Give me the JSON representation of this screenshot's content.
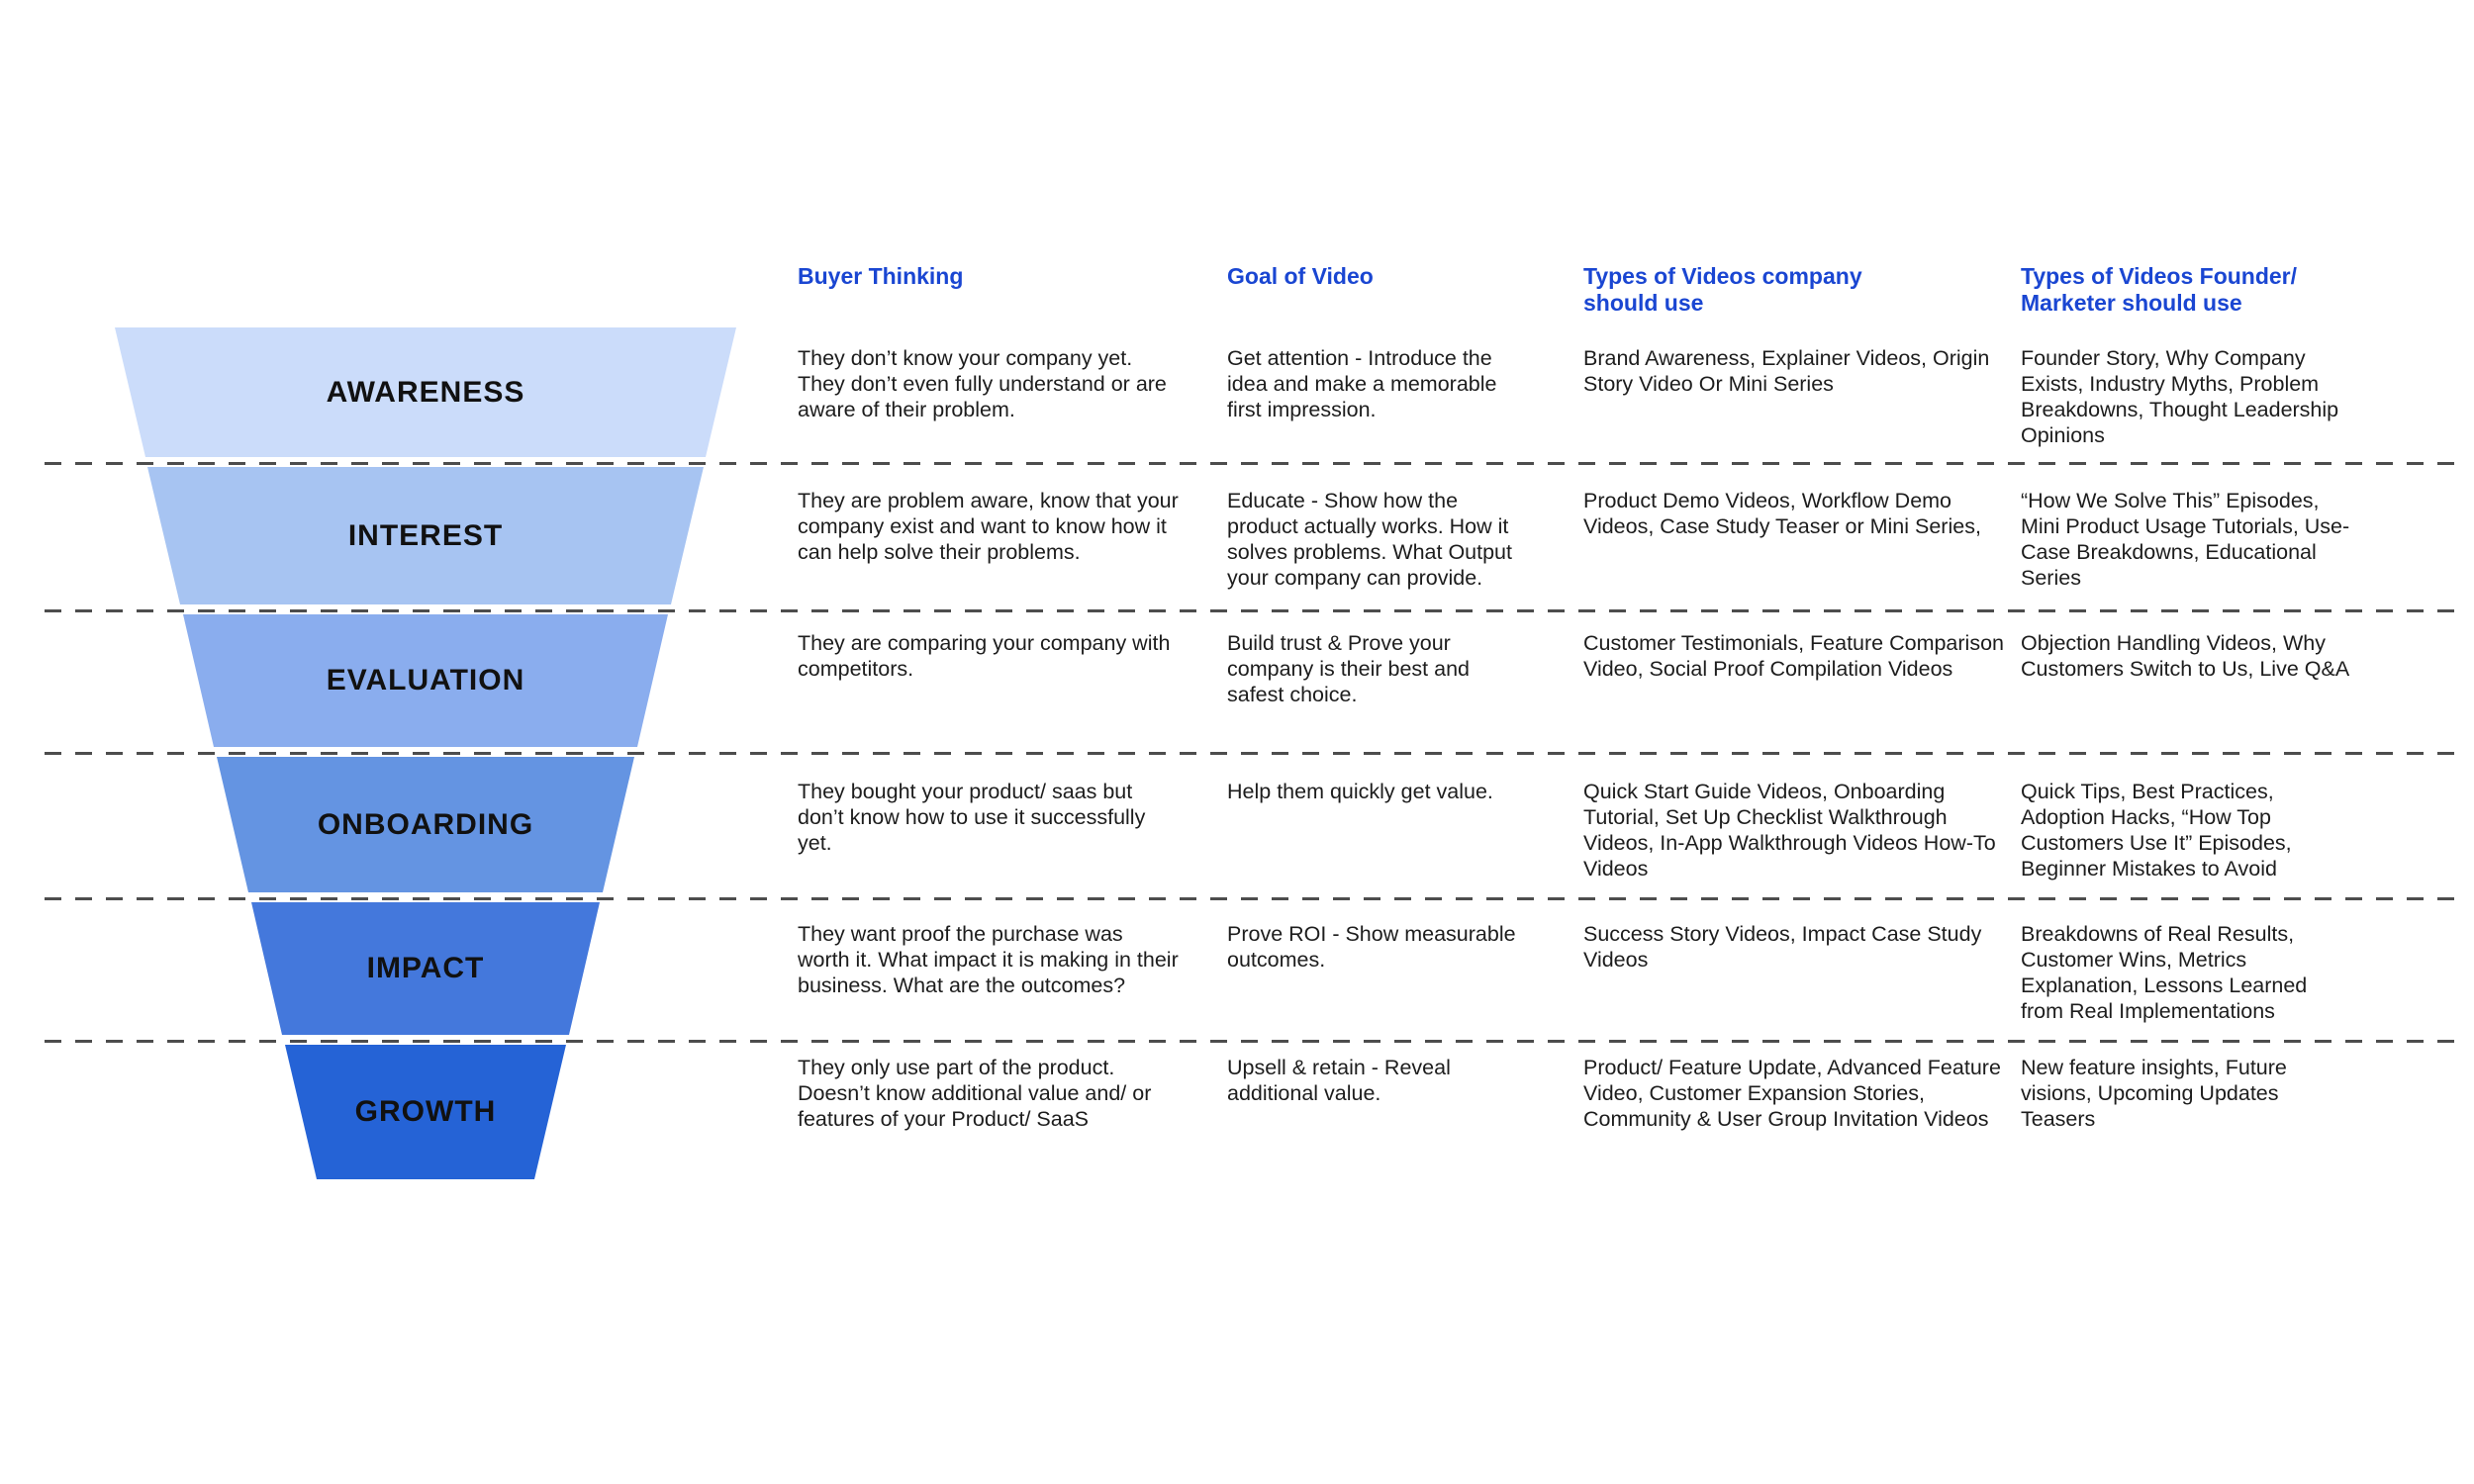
{
  "colors": {
    "header_accent": "#1a46d2",
    "body_text": "#1d1d1d",
    "stage_label_text": "#111111",
    "separator": "#4d4d4d"
  },
  "funnel": {
    "stages": [
      {
        "label": "AWARENESS",
        "color": "#cbdcfa"
      },
      {
        "label": "INTEREST",
        "color": "#a7c4f2"
      },
      {
        "label": "EVALUATION",
        "color": "#8aadee"
      },
      {
        "label": "ONBOARDING",
        "color": "#6494e2"
      },
      {
        "label": "IMPACT",
        "color": "#4478dc"
      },
      {
        "label": "GROWTH",
        "color": "#2563d6"
      }
    ]
  },
  "table": {
    "columns": [
      {
        "label": "Buyer Thinking"
      },
      {
        "label": "Goal of Video"
      },
      {
        "label": "Types of Videos company should use"
      },
      {
        "label": "Types of Videos Founder/ Marketer should use"
      }
    ],
    "rows": [
      {
        "stage": "AWARENESS",
        "buyer_thinking": "They don’t know your company yet. They don’t even fully understand or are aware of their problem.",
        "goal_of_video": "Get attention - Introduce the idea and make a memorable first impression.",
        "company_videos": "Brand Awareness, Explainer Videos, Origin Story Video Or Mini Series",
        "founder_videos": "Founder Story, Why Company Exists, Industry Myths, Problem Breakdowns, Thought Leadership Opinions"
      },
      {
        "stage": "INTEREST",
        "buyer_thinking": "They are problem aware, know that your company exist and want to know how it can help solve their problems.",
        "goal_of_video": "Educate - Show how the product actually works. How it solves problems. What Output your company can provide.",
        "company_videos": "Product Demo Videos, Workflow Demo Videos, Case Study Teaser or Mini Series,",
        "founder_videos": "“How We Solve This” Episodes, Mini Product Usage Tutorials, Use-Case Breakdowns, Educational Series"
      },
      {
        "stage": "EVALUATION",
        "buyer_thinking": "They are comparing your company with competitors.",
        "goal_of_video": "Build trust & Prove your company is their best and safest choice.",
        "company_videos": "Customer Testimonials,  Feature Comparison Video, Social Proof Compilation Videos",
        "founder_videos": "Objection Handling Videos, Why Customers Switch to Us, Live Q&A"
      },
      {
        "stage": "ONBOARDING",
        "buyer_thinking": "They bought your product/ saas but don’t know how to use it successfully yet.",
        "goal_of_video": "Help them quickly get value.",
        "company_videos": "Quick Start Guide Videos, Onboarding Tutorial, Set Up Checklist Walkthrough Videos, In-App Walkthrough Videos How-To Videos",
        "founder_videos": "Quick Tips, Best Practices, Adoption Hacks, “How Top Customers Use It” Episodes, Beginner Mistakes to Avoid"
      },
      {
        "stage": "IMPACT",
        "buyer_thinking": "They want proof the purchase was worth it. What impact it is making in their business. What are the outcomes?",
        "goal_of_video": "Prove ROI - Show measurable outcomes.",
        "company_videos": "Success Story Videos,  Impact Case Study Videos",
        "founder_videos": "Breakdowns of Real Results, Customer Wins, Metrics Explanation, Lessons Learned from Real Implementations"
      },
      {
        "stage": "GROWTH",
        "buyer_thinking": "They only use part of the product. Doesn’t know additional value and/ or features of your Product/ SaaS",
        "goal_of_video": "Upsell & retain - Reveal additional value.",
        "company_videos": "Product/ Feature Update,  Advanced Feature Video, Customer Expansion Stories, Community & User Group Invitation Videos",
        "founder_videos": "New feature insights, Future visions,  Upcoming Updates Teasers"
      }
    ]
  }
}
